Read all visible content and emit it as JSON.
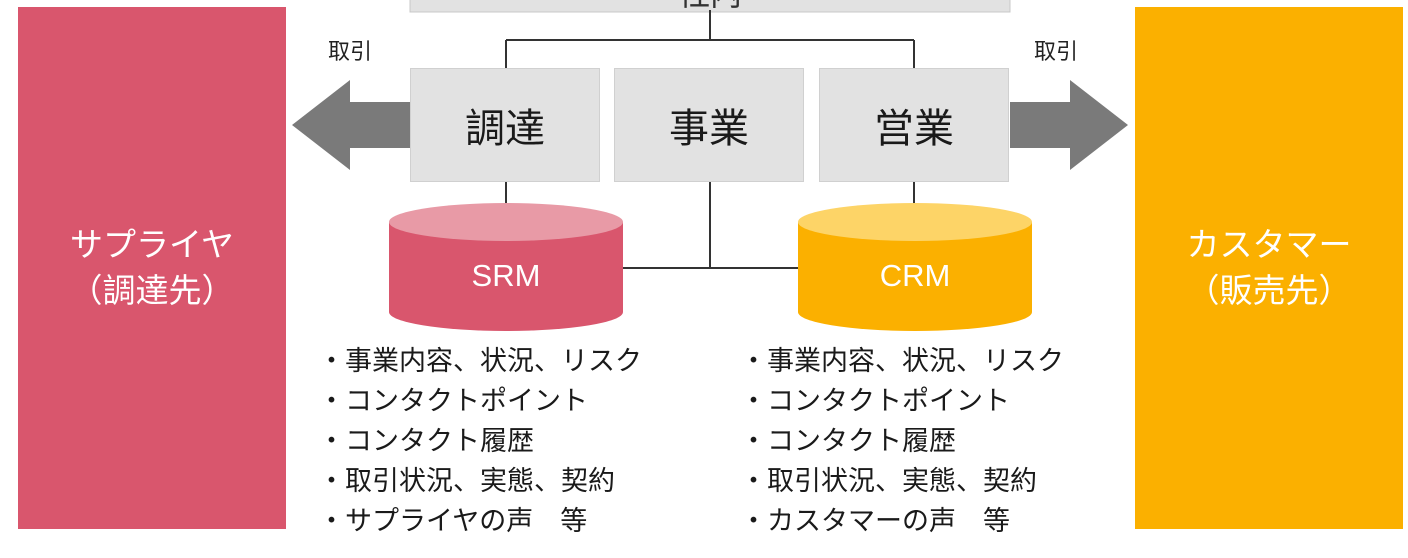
{
  "supplier": {
    "name": "サプライヤ",
    "sub": "（調達先）",
    "color": "#d9566d"
  },
  "customer": {
    "name": "カスタマー",
    "sub": "（販売先）",
    "color": "#fbb000"
  },
  "trade_label_left": "取引",
  "trade_label_right": "取引",
  "departments": [
    {
      "label": "調達"
    },
    {
      "label": "事業"
    },
    {
      "label": "営業"
    }
  ],
  "databases": {
    "srm": {
      "label": "SRM",
      "color": "#d9566d",
      "top_color": "#e89aa6"
    },
    "crm": {
      "label": "CRM",
      "color": "#fbb000",
      "top_color": "#fdd467"
    }
  },
  "srm_items": [
    "事業内容、状況、リスク",
    "コンタクトポイント",
    "コンタクト履歴",
    "取引状況、実態、契約",
    "サプライヤの声　等"
  ],
  "crm_items": [
    "事業内容、状況、リスク",
    "コンタクトポイント",
    "コンタクト履歴",
    "取引状況、実態、契約",
    "カスタマーの声　等"
  ]
}
